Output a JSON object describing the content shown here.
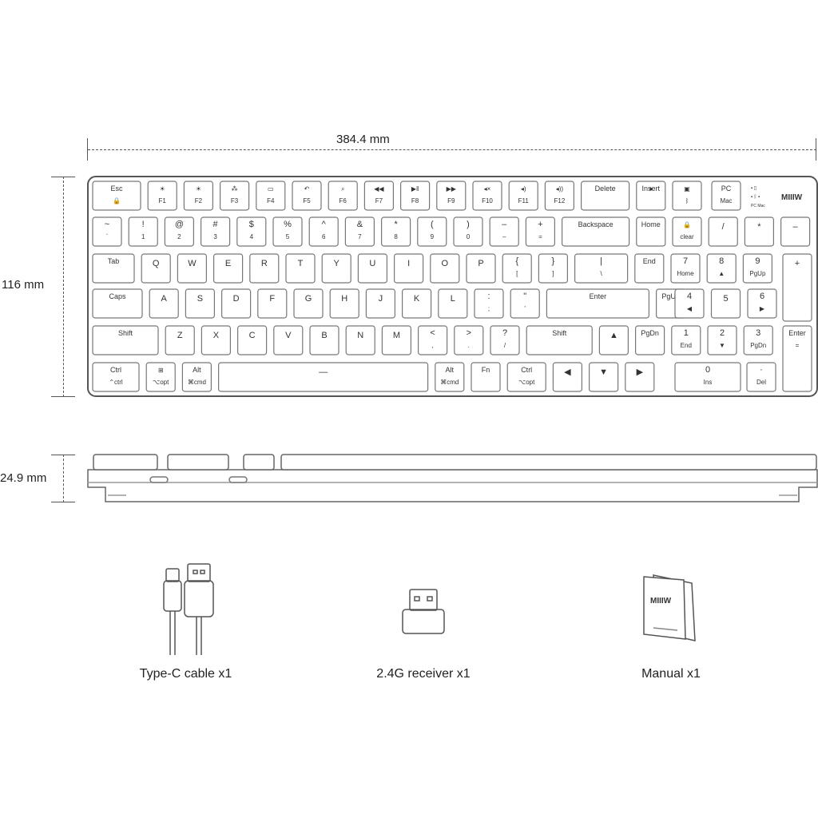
{
  "dimensions": {
    "width": "384.4 mm",
    "height": "116 mm",
    "depth": "24.9 mm"
  },
  "brand_logo": "MIIIW",
  "keys": [
    {
      "row": 0,
      "keys": [
        {
          "top": "Esc",
          "bot": "🔒"
        },
        {
          "icon": "☀",
          "bot": "F1"
        },
        {
          "icon": "☀",
          "bot": "F2"
        },
        {
          "icon": "⁂",
          "bot": "F3"
        },
        {
          "icon": "▭",
          "bot": "F4"
        },
        {
          "icon": "↶",
          "bot": "F5"
        },
        {
          "icon": "⌕",
          "bot": "F6"
        },
        {
          "icon": "◀◀",
          "bot": "F7"
        },
        {
          "icon": "▶‖",
          "bot": "F8"
        },
        {
          "icon": "▶▶",
          "bot": "F9"
        },
        {
          "icon": "◂×",
          "bot": "F10"
        },
        {
          "icon": "◂)",
          "bot": "F11"
        },
        {
          "icon": "◂))",
          "bot": "F12"
        },
        {
          "top": "Delete"
        },
        {
          "icon": "●",
          "top": "Insert"
        },
        {
          "icon": "▣",
          "bot": "ᛒ"
        },
        {
          "top": "PC",
          "bot": "Mac"
        }
      ]
    },
    {
      "row": 1,
      "keys": [
        {
          "top": "~",
          "bot": "`"
        },
        {
          "top": "!",
          "bot": "1"
        },
        {
          "top": "@",
          "bot": "2"
        },
        {
          "top": "#",
          "bot": "3"
        },
        {
          "top": "$",
          "bot": "4"
        },
        {
          "top": "%",
          "bot": "5"
        },
        {
          "top": "^",
          "bot": "6"
        },
        {
          "top": "&",
          "bot": "7"
        },
        {
          "top": "*",
          "bot": "8"
        },
        {
          "top": "(",
          "bot": "9"
        },
        {
          "top": ")",
          "bot": "0"
        },
        {
          "top": "–",
          "bot": "–"
        },
        {
          "top": "+",
          "bot": "="
        },
        {
          "top": "Backspace"
        },
        {
          "top": "Home"
        },
        {
          "icon": "🔒",
          "bot": "clear"
        },
        {
          "top": "/"
        },
        {
          "top": "*"
        },
        {
          "top": "–"
        }
      ]
    },
    {
      "row": 2,
      "keys": [
        {
          "top": "Tab"
        },
        {
          "top": "Q"
        },
        {
          "top": "W"
        },
        {
          "top": "E"
        },
        {
          "top": "R"
        },
        {
          "top": "T"
        },
        {
          "top": "Y"
        },
        {
          "top": "U"
        },
        {
          "top": "I"
        },
        {
          "top": "O"
        },
        {
          "top": "P"
        },
        {
          "top": "{",
          "bot": "["
        },
        {
          "top": "}",
          "bot": "]"
        },
        {
          "top": "|",
          "bot": "\\"
        },
        {
          "top": "End"
        },
        {
          "top": "7",
          "bot": "Home"
        },
        {
          "top": "8",
          "bot": "▲"
        },
        {
          "top": "9",
          "bot": "PgUp"
        },
        {
          "top": "+"
        }
      ]
    },
    {
      "row": 3,
      "keys": [
        {
          "top": "Caps"
        },
        {
          "top": "A"
        },
        {
          "top": "S"
        },
        {
          "top": "D"
        },
        {
          "top": "F"
        },
        {
          "top": "G"
        },
        {
          "top": "H"
        },
        {
          "top": "J"
        },
        {
          "top": "K"
        },
        {
          "top": "L"
        },
        {
          "top": ":",
          "bot": ";"
        },
        {
          "top": "\"",
          "bot": "'"
        },
        {
          "top": "Enter"
        },
        {
          "top": "PgUp"
        },
        {
          "top": "4",
          "bot": "◀"
        },
        {
          "top": "5"
        },
        {
          "top": "6",
          "bot": "▶"
        }
      ]
    },
    {
      "row": 4,
      "keys": [
        {
          "top": "Shift"
        },
        {
          "top": "Z"
        },
        {
          "top": "X"
        },
        {
          "top": "C"
        },
        {
          "top": "V"
        },
        {
          "top": "B"
        },
        {
          "top": "N"
        },
        {
          "top": "M"
        },
        {
          "top": "<",
          "bot": ","
        },
        {
          "top": ">",
          "bot": "."
        },
        {
          "top": "?",
          "bot": "/"
        },
        {
          "top": "Shift"
        },
        {
          "top": "▲"
        },
        {
          "top": "PgDn"
        },
        {
          "top": "1",
          "bot": "End"
        },
        {
          "top": "2",
          "bot": "▼"
        },
        {
          "top": "3",
          "bot": "PgDn"
        },
        {
          "top": "Enter",
          "bot": "="
        }
      ]
    },
    {
      "row": 5,
      "keys": [
        {
          "top": "Ctrl",
          "bot": "⌃ctrl"
        },
        {
          "icon": "⊞",
          "bot": "⌥opt"
        },
        {
          "top": "Alt",
          "bot": "⌘cmd"
        },
        {
          "top": "—"
        },
        {
          "top": "Alt",
          "bot": "⌘cmd"
        },
        {
          "top": "Fn"
        },
        {
          "top": "Ctrl",
          "bot": "⌥opt"
        },
        {
          "top": "◀"
        },
        {
          "top": "▼"
        },
        {
          "top": "▶"
        },
        {
          "top": "0",
          "bot": "Ins"
        },
        {
          "top": "·",
          "bot": "Del"
        }
      ]
    }
  ],
  "indicator_labels": [
    "▪ ▯",
    "▪ ᛒ ▪",
    "PC  Mac"
  ],
  "accessories": [
    {
      "name": "cable",
      "label": "Type-C cable x1"
    },
    {
      "name": "receiver",
      "label": "2.4G receiver x1"
    },
    {
      "name": "manual",
      "label": "Manual x1",
      "logo": "MIIIW"
    }
  ]
}
